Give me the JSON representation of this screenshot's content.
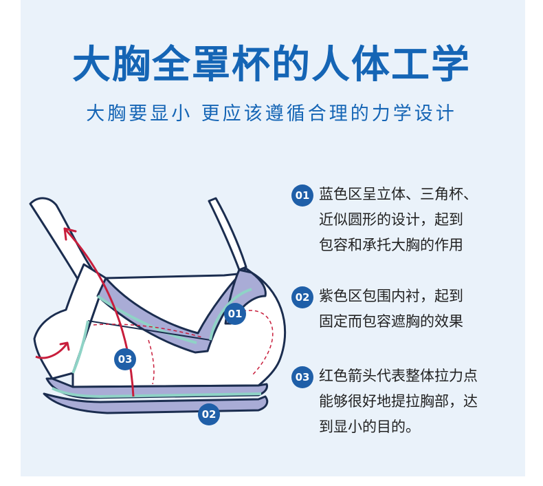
{
  "header": {
    "title": "大胸全罩杯的人体工学",
    "subtitle": "大胸要显小 更应该遵循合理的力学设计"
  },
  "colors": {
    "brand_blue": "#1565b5",
    "badge_blue": "#1f5fa8",
    "panel_bg": "#eaf2fa",
    "purple_zone": "#a9acd6",
    "teal_trim": "#8fd3c6",
    "arrow_red": "#c81e3c"
  },
  "illustration": {
    "markers": [
      "01",
      "02",
      "03"
    ]
  },
  "points": [
    {
      "number": "01",
      "lines": [
        "蓝色区呈立体、三角杯、",
        "近似圆形的设计，起到",
        "包容和承托大胸的作用"
      ]
    },
    {
      "number": "02",
      "lines": [
        "紫色区包围内衬，起到",
        "固定而包容遮胸的效果"
      ]
    },
    {
      "number": "03",
      "lines": [
        "红色箭头代表整体拉力点",
        "能够很好地提拉胸部，达",
        "到显小的目的。"
      ]
    }
  ]
}
